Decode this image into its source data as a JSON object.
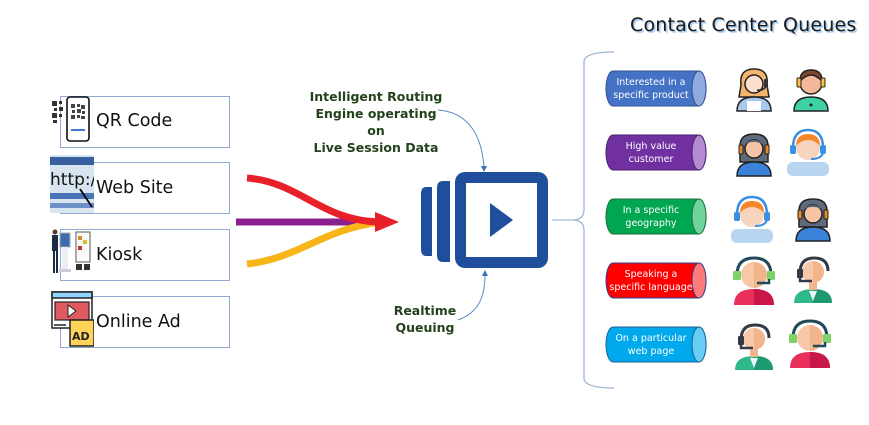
{
  "title": "Contact Center Queues",
  "sources": [
    {
      "label": "QR Code",
      "icon": "qr-code-phone-icon"
    },
    {
      "label": "Web Site",
      "icon": "http-browser-icon"
    },
    {
      "label": "Kiosk",
      "icon": "kiosk-icon"
    },
    {
      "label": "Online Ad",
      "icon": "online-ad-icon"
    }
  ],
  "flow_colors": {
    "top": "#e8202a",
    "middle": "#8b1f8f",
    "bottom": "#f8b51a"
  },
  "routing_engine": {
    "annotation_top": [
      "Intelligent Routing",
      "Engine operating on",
      "Live Session Data"
    ],
    "annotation_bottom": [
      "Realtime",
      "Queuing"
    ],
    "color": "#1f4e9c"
  },
  "queues": [
    {
      "label_lines": [
        "Interested in a",
        "specific product"
      ],
      "color": "#4472c4",
      "cap": "#8faadc"
    },
    {
      "label_lines": [
        "High value",
        "customer"
      ],
      "color": "#7030a0",
      "cap": "#b38bd0"
    },
    {
      "label_lines": [
        "In a specific",
        "geography"
      ],
      "color": "#00a650",
      "cap": "#6fd39a"
    },
    {
      "label_lines": [
        "Speaking a",
        "specific language"
      ],
      "color": "#ff0000",
      "cap": "#ff7a7a"
    },
    {
      "label_lines": [
        "On a particular",
        "web page"
      ],
      "color": "#00a8ec",
      "cap": "#66cdf5"
    }
  ],
  "agent_rows": [
    [
      "agent-woman-headset",
      "agent-man-headset"
    ],
    [
      "agent-woman-headset-dark",
      "agent-man-blue-headset"
    ],
    [
      "agent-man-blue-headset",
      "agent-woman-headset-dark"
    ],
    [
      "agent-red-shirt",
      "agent-green-shirt"
    ],
    [
      "agent-green-shirt",
      "agent-red-shirt"
    ]
  ]
}
